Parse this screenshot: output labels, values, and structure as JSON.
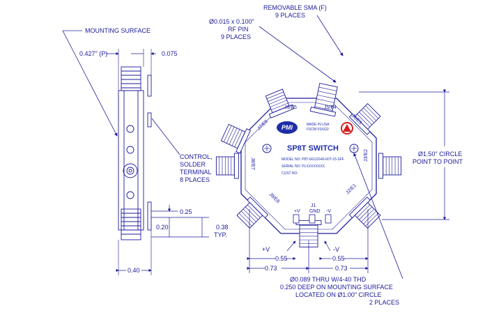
{
  "colors": {
    "ink": "#1a1a9a",
    "dim_red": "#c41e1e",
    "logo_red": "#d32020",
    "logo_blue": "#1e2ea8",
    "paper": "#ffffff"
  },
  "side_view": {
    "mounting_surface": "MOUNTING SURFACE",
    "dim_top_left": "0.427\" (P)",
    "dim_top_right": "0.075",
    "control_lines": [
      "CONTROL,",
      "SOLDER",
      "TERMINAL",
      "8 PLACES"
    ],
    "dim_bottom": "0.40",
    "dim_025": "0.25",
    "dim_020": "0.20",
    "dim_038_lines": [
      "0.38",
      "TYP."
    ]
  },
  "top_notes": {
    "sma_lines": [
      "REMOVABLE SMA (F)",
      "9 PLACES"
    ],
    "rf_pin_lines": [
      "Ø0.015 x 0.100\"",
      "RF PIN",
      "9 PLACES"
    ]
  },
  "plate": {
    "title": "SP8T SWITCH",
    "logo": "PMI",
    "made_in": "MADE IN USA",
    "fscm": "FSCM 0SXG0",
    "model_line": "MODEL NO: P8T-6G12G40-60T-15-SFF",
    "serial_line": "SERIAL NO: PLXXXXXXXX",
    "cust_line": "CUST NO:",
    "ports": [
      "J1",
      "J2/E1",
      "J3/E2",
      "J4/E3",
      "J5/E4",
      "J6/E5",
      "J7/E6",
      "J8/E7",
      "J9/E8"
    ],
    "pin_labels": [
      "+V",
      "GND",
      "-V"
    ]
  },
  "right_note_lines": [
    "Ø1.50\" CIRCLE",
    "POINT TO POINT"
  ],
  "bottom": {
    "plus_v": "+V",
    "minus_v": "-V",
    "dims": [
      "0.55",
      "0.55",
      "0.73",
      "0.73"
    ],
    "thd_lines": [
      "Ø0.089 THRU W/4-40 THD",
      "0.250 DEEP ON MOUNTING SURFACE",
      "LOCATED ON Ø1.00\" CIRCLE",
      "2 PLACES"
    ]
  }
}
